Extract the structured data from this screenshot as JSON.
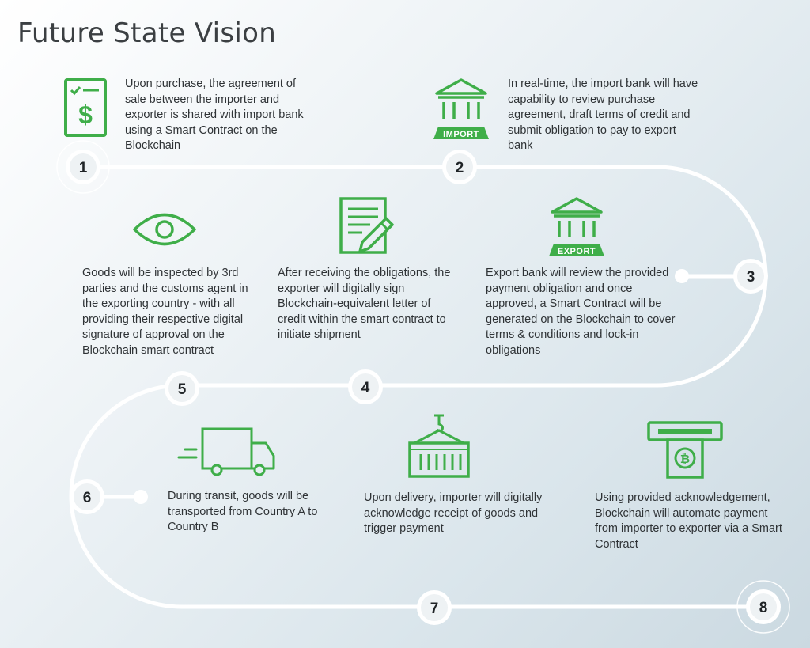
{
  "title": "Future State Vision",
  "colors": {
    "accent": "#3fae49",
    "path": "#ffffff",
    "text": "#2f3336"
  },
  "steps": [
    {
      "number": "1",
      "icon": "smart-contract-dollar-icon",
      "text": "Upon purchase, the agreement of sale between the importer and exporter is shared with import bank using a Smart Contract on the Blockchain"
    },
    {
      "number": "2",
      "icon": "import-bank-icon",
      "icon_label": "IMPORT",
      "text": "In real-time, the import bank will have capability to review purchase agreement, draft terms of credit and submit obligation to pay to export bank"
    },
    {
      "number": "3",
      "icon": "export-bank-icon",
      "icon_label": "EXPORT",
      "text": "Export bank will review the provided payment obligation and once approved, a Smart Contract will be generated on the Blockchain to cover terms & conditions and lock-in obligations"
    },
    {
      "number": "4",
      "icon": "document-sign-icon",
      "text": "After receiving the obligations, the exporter will digitally sign Blockchain-equivalent letter of credit within the smart contract to initiate shipment"
    },
    {
      "number": "5",
      "icon": "eye-icon",
      "text": "Goods will be inspected by 3rd parties and the customs agent in the exporting country - with all providing their respective digital signature of approval on the Blockchain smart contract"
    },
    {
      "number": "6",
      "icon": "truck-icon",
      "text": "During transit, goods will be transported from Country A to Country B"
    },
    {
      "number": "7",
      "icon": "container-icon",
      "text": "Upon delivery, importer will digitally acknowledge receipt of goods and trigger payment"
    },
    {
      "number": "8",
      "icon": "bitcoin-atm-icon",
      "text": "Using provided acknowledgement, Blockchain will automate payment from importer to exporter via a Smart Contract"
    }
  ]
}
